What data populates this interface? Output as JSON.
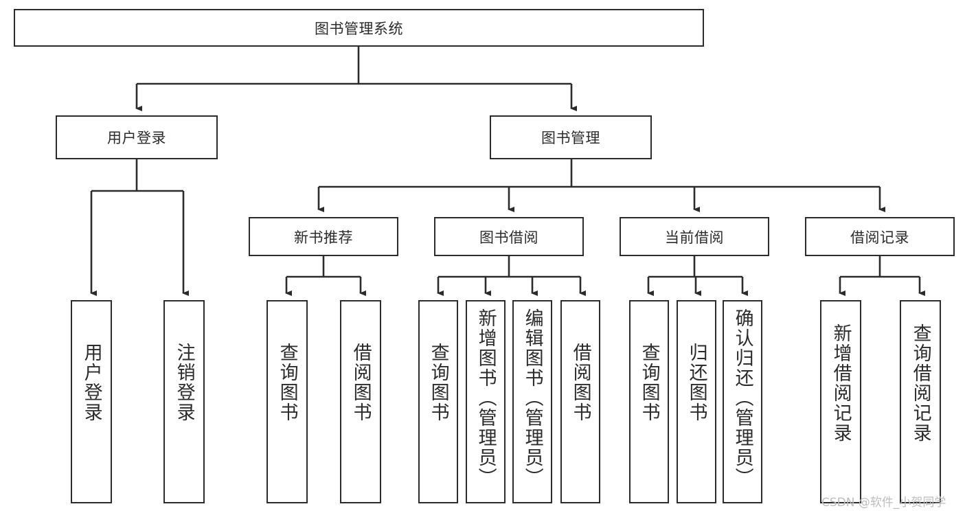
{
  "diagram": {
    "title": "图书管理系统",
    "type": "tree",
    "watermark": "CSDN @软件_小贺同学",
    "colors": {
      "stroke": "#2b2b2b",
      "fill": "#ffffff",
      "watermark": "#bdbdbd"
    },
    "root": {
      "label": "图书管理系统"
    },
    "level2": [
      {
        "label": "用户登录"
      },
      {
        "label": "图书管理"
      }
    ],
    "level3": [
      {
        "label": "新书推荐"
      },
      {
        "label": "图书借阅"
      },
      {
        "label": "当前借阅"
      },
      {
        "label": "借阅记录"
      }
    ],
    "leaves": [
      {
        "label": "用户登录"
      },
      {
        "label": "注销登录"
      },
      {
        "label": "查询图书"
      },
      {
        "label": "借阅图书"
      },
      {
        "label": "查询图书"
      },
      {
        "label": "新增图书（管理员）"
      },
      {
        "label": "编辑图书（管理员）"
      },
      {
        "label": "借阅图书"
      },
      {
        "label": "查询图书"
      },
      {
        "label": "归还图书"
      },
      {
        "label": "确认归还（管理员）"
      },
      {
        "label": "新增借阅记录"
      },
      {
        "label": "查询借阅记录"
      }
    ]
  }
}
